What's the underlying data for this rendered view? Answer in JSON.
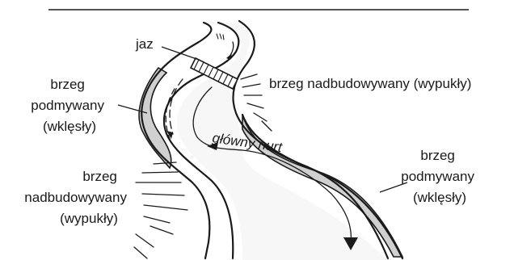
{
  "labels": {
    "weir": "jaz",
    "bank_top_right": "brzeg nadbudowywany (wypukły)",
    "bank_left_upper": [
      "brzeg",
      "podmywany",
      "(wklęsły)"
    ],
    "main_current": "główny nurt",
    "bank_right_lower": [
      "brzeg",
      "podmywany",
      "(wklęsły)"
    ],
    "bank_left_lower": [
      "brzeg",
      "nadbudowywany",
      "(wypukły)"
    ]
  },
  "colors": {
    "line": "#1a1a1a",
    "eroded_bank": "#d0d0d0",
    "river": "#f7f7f7"
  }
}
